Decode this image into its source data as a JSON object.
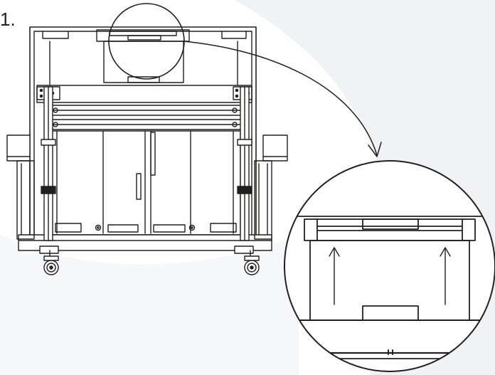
{
  "step": {
    "number": "1."
  },
  "colors": {
    "line": "#231f20",
    "background_shape": "#f1f2f4",
    "page": "#ffffff"
  },
  "figure": {
    "parts": [
      "mount-frame-front-view",
      "zoom-callout-circle",
      "zoom-arrow",
      "detail-magnified-view"
    ],
    "detail_arrows": [
      "up-arrow",
      "up-arrow"
    ]
  }
}
